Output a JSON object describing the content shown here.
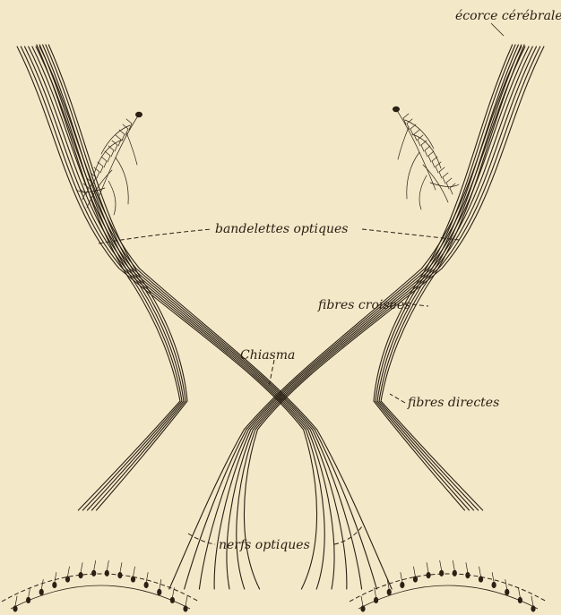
{
  "labels": {
    "cortex": "écorce cérébrale",
    "tracts": "bandelettes optiques",
    "crossed": "fibres croisées",
    "chiasma": "Chiasma",
    "direct": "fibres directes",
    "nerves": "nerfs optiques"
  },
  "colors": {
    "paper": "#f3e8c8",
    "ink": "#2a2014"
  }
}
